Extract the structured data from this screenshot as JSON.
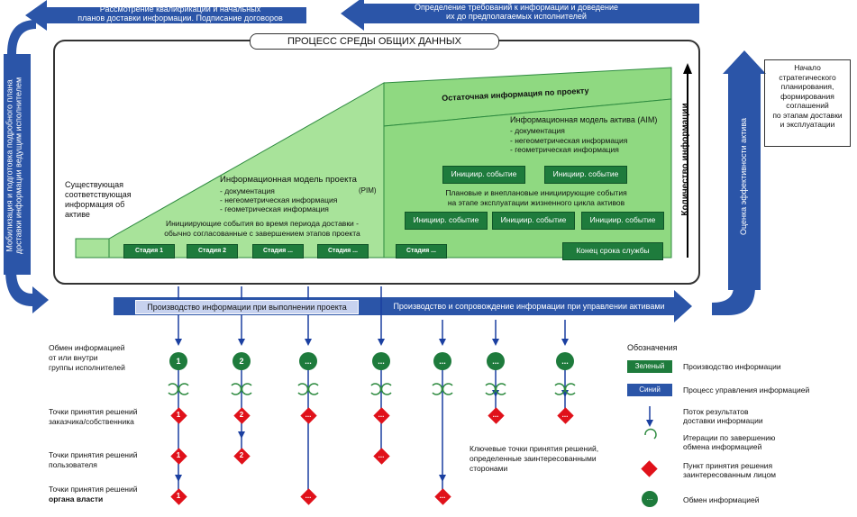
{
  "top": {
    "left_arrow_text": "Рассмотрение квалификации и начальных\nпланов доставки информации. Подписание договоров",
    "right_arrow_text": "Определение требований к информации и доведение\nих до предполагаемых исполнителей"
  },
  "left_side_text": "Мобилизация и подготовка подробного плана\nдоставки информации ведущим исполнителем",
  "right_side_text": "Оценка эффективности актива",
  "right_box_text": "Начало\nстратегического\nпланирования,\nформирования\nсоглашений\nпо этапам доставки\nи эксплуатации",
  "cde": {
    "title": "ПРОЦЕСС  СРЕДЫ ОБЩИХ ДАННЫХ",
    "existing_asset_text": "Существующая\nсоответствующая\nинформация об\nактиве",
    "pim_title": "Информационная модель проекта",
    "pim_abbr": "(PIM)",
    "pim_items": [
      "- документация",
      "- негеометрическая информация",
      "- геометрическая информация"
    ],
    "pim_trigger_text": "Инициирующие события во время периода доставки -\nобычно согласованные с завершением этапов проекта",
    "residual_text": "Остаточная информация по проекту",
    "aim_title": "Информационная модель актива (AIM)",
    "aim_items": [
      "- документация",
      "- негеометрическая информация",
      "- геометрическая информация"
    ],
    "aim_trigger_text": "Плановые и внеплановые инициирующие события\nна этапе эксплуатации жизненного цикла активов",
    "trigger_label": "Инициир. событие",
    "end_of_life": "Конец срока службы",
    "info_quantity": "Количество информации",
    "stages": [
      "Стадия 1",
      "Стадия 2",
      "Стадия ...",
      "Стадия ...",
      "Стадия ..."
    ]
  },
  "bands": {
    "project": "Производство информации при выполнении проекта",
    "asset": "Производство и сопровождение информации при управлении активами"
  },
  "rows": {
    "exchange": "Обмен информацией\nот или внутри\nгруппы исполнителей",
    "client": "Точки принятия решений\nзаказчика/собственника",
    "user": "Точки принятия решений\nпользователя",
    "authority_line1": "Точки принятия решений",
    "authority_line2": "органа власти"
  },
  "markers": {
    "circles": [
      "1",
      "2",
      "...",
      "...",
      "...",
      "...",
      "..."
    ],
    "d_client": [
      "1",
      "2",
      "...",
      "...",
      "...",
      "..."
    ],
    "d_user": [
      "1",
      "2",
      "..."
    ],
    "d_authority": [
      "1",
      "...",
      "..."
    ]
  },
  "key_points_text": "Ключевые точки принятия решений,\nопределенные заинтересованными\nсторонами",
  "legend": {
    "title": "Обозначения",
    "green_chip": "Зеленый",
    "green_label": "Производство информации",
    "blue_chip": "Синий",
    "blue_label": "Процесс управления информацией",
    "flow_label": "Поток результатов\nдоставки информации",
    "iteration_label": "Итерации по завершению\nобмена информацией",
    "decision_label": "Пункт принятия решения\nзаинтересованным лицом",
    "exchange_label": "Обмен информацией",
    "exchange_symbol": "..."
  },
  "colors": {
    "blue": "#2b55a8",
    "green_dark": "#1e7b3c",
    "green_light": "#a8e39a",
    "green_mid": "#8fd981",
    "red": "#e0111a"
  }
}
